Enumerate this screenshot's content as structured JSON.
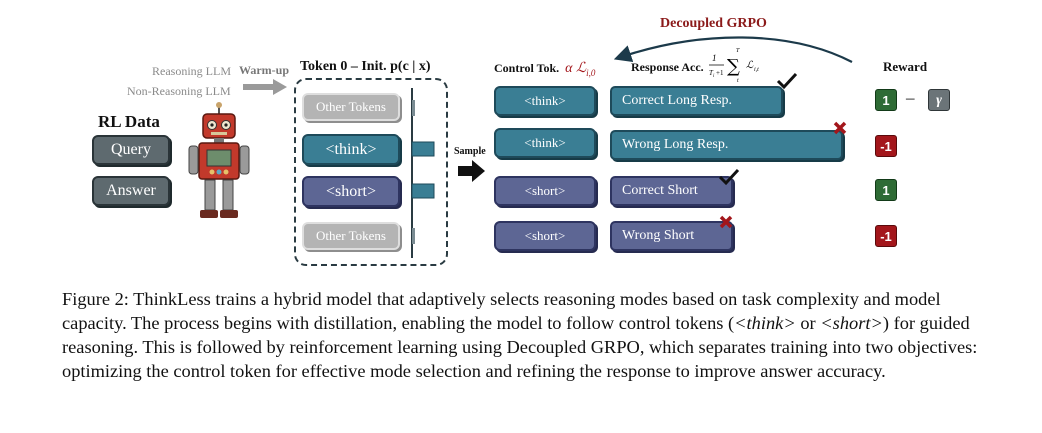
{
  "figure": {
    "top_title": "Decoupled GRPO",
    "labels": {
      "reasoning_llm": "Reasoning LLM",
      "non_reasoning_llm": "Non-Reasoning LLM",
      "warmup": "Warm-up",
      "token0": "Token 0 – Init. p(c | x)",
      "sample": "Sample",
      "control_tok": "Control Tok.",
      "response_acc": "Response Acc.",
      "reward": "Reward",
      "rl_data": "RL Data"
    },
    "rl_data_items": [
      "Query",
      "Answer"
    ],
    "token_distribution": [
      {
        "label": "Other Tokens",
        "kind": "other",
        "prob": 0.02
      },
      {
        "label": "<think>",
        "kind": "think",
        "prob": 0.55
      },
      {
        "label": "<short>",
        "kind": "short",
        "prob": 0.55
      },
      {
        "label": "Other Tokens",
        "kind": "other",
        "prob": 0.02
      }
    ],
    "rollouts": [
      {
        "control": "<think>",
        "response": "Correct Long Resp.",
        "kind": "long",
        "correct": true
      },
      {
        "control": "<think>",
        "response": "Wrong Long Resp.",
        "kind": "long",
        "correct": false
      },
      {
        "control": "<short>",
        "response": "Correct Short",
        "kind": "short",
        "correct": true
      },
      {
        "control": "<short>",
        "response": "Wrong Short",
        "kind": "short",
        "correct": false
      }
    ],
    "rewards": [
      "1",
      "-1",
      "1",
      "-1"
    ],
    "reward_minus": "–",
    "reward_gamma": "γ",
    "colors": {
      "teal": "#3a7e94",
      "purple": "#5d6694",
      "green": "#2e6b35",
      "red": "#a3161b",
      "arrow": "#1c3a4a",
      "title_red": "#8b1a1a"
    }
  },
  "caption": {
    "prefix": "Figure 2: ThinkLess trains a hybrid model that adaptively selects reasoning modes based on task complexity and model capacity. The process begins with distillation, enabling the model to follow control tokens (",
    "tok1": "<think>",
    "mid": " or ",
    "tok2": "<short>",
    "suffix": ") for guided reasoning. This is followed by reinforcement learning using Decoupled GRPO, which separates training into two objectives: optimizing the control token for effective mode selection and refining the response to improve answer accuracy."
  }
}
